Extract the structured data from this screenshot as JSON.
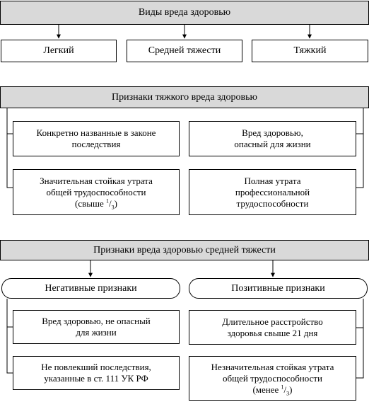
{
  "section1": {
    "header": "Виды вреда здоровью",
    "items": [
      "Легкий",
      "Средней тяжести",
      "Тяжкий"
    ]
  },
  "section2": {
    "header": "Признаки тяжкого вреда здоровью",
    "left": [
      "Конкретно названные в законе\nпоследствия",
      "Значительная стойкая утрата\nобщей трудоспособности"
    ],
    "left_note_prefix": "(свыше ",
    "left_note_num": "1",
    "left_note_den": "3",
    "left_note_suffix": ")",
    "right": [
      "Вред здоровью,\nопасный для жизни",
      "Полная утрата\nпрофессиональной\nтрудоспособности"
    ]
  },
  "section3": {
    "header": "Признаки вреда здоровью средней тяжести",
    "negative": {
      "title": "Негативные признаки",
      "items": [
        "Вред здоровью, не опасный\nдля жизни",
        "Не повлекший последствия,\nуказанные в ст. 111 УК РФ"
      ]
    },
    "positive": {
      "title": "Позитивные признаки",
      "item1": "Длительное расстройство\nздоровья свыше 21 дня",
      "item2": "Незначительная стойкая утрата\nобщей трудоспособности",
      "item2_note_prefix": "(менее ",
      "item2_note_num": "1",
      "item2_note_den": "3",
      "item2_note_suffix": ")"
    }
  }
}
